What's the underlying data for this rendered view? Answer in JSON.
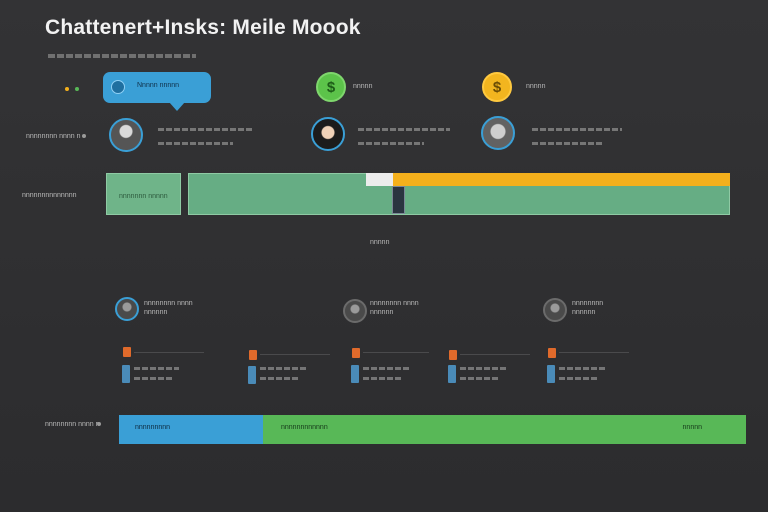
{
  "header": {
    "title": "Chattenert+Insks: Meile Moook"
  },
  "contacts_top": [
    {
      "label": "Nnnnn nnnnn"
    },
    {
      "label": "nnnnn"
    },
    {
      "label": "nnnnn"
    }
  ],
  "bubble": {
    "label": "Nnnnn nnnnn"
  },
  "badges": [
    {
      "glyph": "$"
    },
    {
      "glyph": "$"
    }
  ],
  "row_labels": {
    "row1": "nnnnnnnn nnnn n",
    "row2": "nnnnnnnnnnnnnn",
    "row3": "nnnnnnnn nnnn n"
  },
  "timeline": {
    "left_label": "nnnnnnn nnnnn",
    "center_label": "nnnnn"
  },
  "people_mid": [
    {
      "name": "nnnnnnnn nnnn",
      "sub": "nnnnnn"
    },
    {
      "name": "nnnnnnnn nnnn",
      "sub": "nnnnnn"
    },
    {
      "name": "nnnnnnnn",
      "sub": "nnnnnn"
    }
  ],
  "progress": {
    "left_label": "nnnnnnnnn",
    "middle_label": "nnnnnnnnnnnn",
    "right_label": "nnnnn",
    "fraction_blue": 0.23
  },
  "colors": {
    "accent_blue": "#3a9fd6",
    "accent_green": "#58b857",
    "accent_yellow": "#f4b01c",
    "accent_orange": "#e06a2b",
    "background": "#2f2f31"
  }
}
